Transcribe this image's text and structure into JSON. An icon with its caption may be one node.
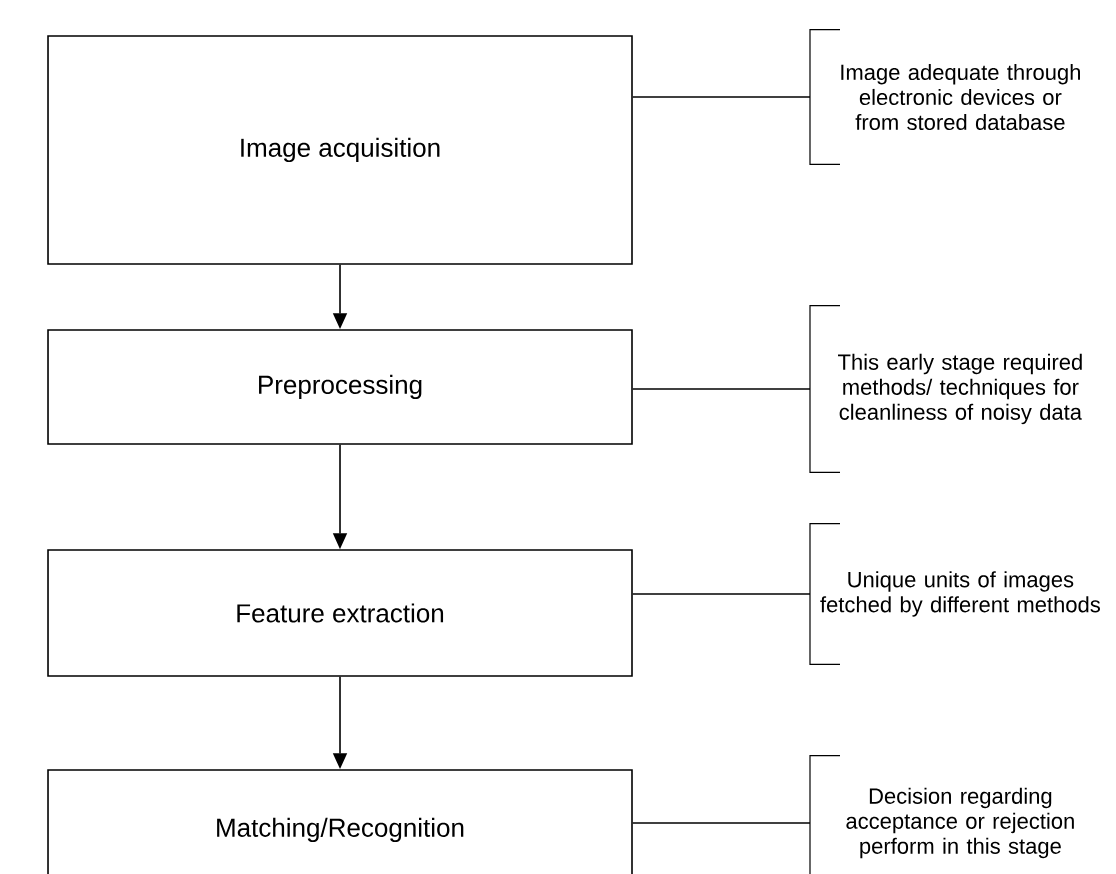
{
  "diagram": {
    "nodes": [
      {
        "text": [
          "Image acquisition"
        ]
      },
      {
        "text": [
          "Image adequate through electronic devices or from stored database"
        ]
      },
      {
        "text": [
          "Preprocessing"
        ]
      },
      {
        "text": [
          "This early stage required methods/ techniques for cleanliness of noisy data"
        ]
      },
      {
        "text": [
          "Feature extraction"
        ]
      },
      {
        "text": [
          "Unique units of images fetched by different methods"
        ]
      },
      {
        "text": [
          "Matching/Recognition"
        ]
      },
      {
        "text": [
          "Decision regarding acceptance or rejection perform in this stage"
        ]
      }
    ],
    "edges": [
      {
        "from": 0,
        "to": 2,
        "arrow": "to"
      },
      {
        "from": 2,
        "to": 4,
        "arrow": "to"
      },
      {
        "from": 4,
        "to": 6,
        "arrow": "to"
      },
      {
        "from": 0,
        "to": 1,
        "arrow": "none"
      },
      {
        "from": 2,
        "to": 3,
        "arrow": "none"
      },
      {
        "from": 4,
        "to": 5,
        "arrow": "none"
      },
      {
        "from": 6,
        "to": 7,
        "arrow": "none"
      }
    ]
  }
}
